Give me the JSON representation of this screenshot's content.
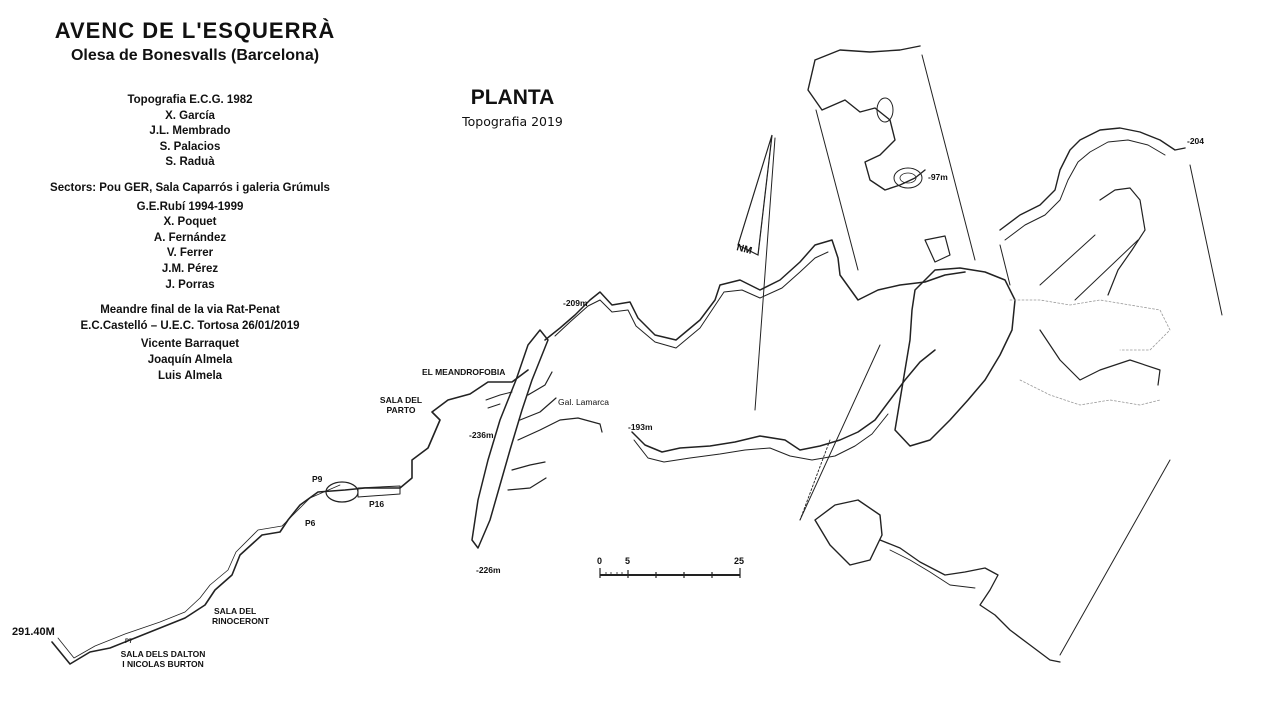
{
  "header": {
    "title": "AVENC DE L'ESQUERRÀ",
    "subtitle": "Olesa de Bonesvalls (Barcelona)"
  },
  "credits": {
    "group1": [
      "Topografia E.C.G. 1982",
      "X. García",
      "J.L. Membrado",
      "S. Palacios",
      "S. Raduà"
    ],
    "group2": [
      "Sectors: Pou GER, Sala Caparrós i galeria Grúmuls",
      "G.E.Rubí 1994-1999",
      "X. Poquet",
      "A. Fernández",
      "V. Ferrer",
      "J.M. Pérez",
      "J. Porras"
    ],
    "group3": [
      "Meandre final de la via Rat-Penat",
      "E.C.Castelló – U.E.C. Tortosa 26/01/2019",
      "Vicente Barraquet",
      "Joaquín Almela",
      "Luis Almela"
    ]
  },
  "plan": {
    "title": "PLANTA",
    "subtitle": "Topografia 2019",
    "north": "NM"
  },
  "labels": {
    "depth_entrance": "291.40M",
    "sala_dalton_1": "SALA DELS DALTON",
    "sala_dalton_2": "I NICOLAS BURTON",
    "p7": "P7",
    "sala_rino_1": "SALA DEL",
    "sala_rino_2": "RINOCERONT",
    "p6": "P6",
    "p9": "P9",
    "p16": "P16",
    "sala_parto_1": "SALA DEL",
    "sala_parto_2": "PARTO",
    "meandrofobia": "EL MEANDROFOBIA",
    "d236": "-236m",
    "d226": "-226m",
    "lamarca": "Gal. Lamarca",
    "d209": "-209m",
    "d193": "-193m",
    "d97": "-97m",
    "d204": "-204"
  },
  "scale_bar": {
    "ticks": [
      "0",
      "5",
      "25"
    ]
  }
}
